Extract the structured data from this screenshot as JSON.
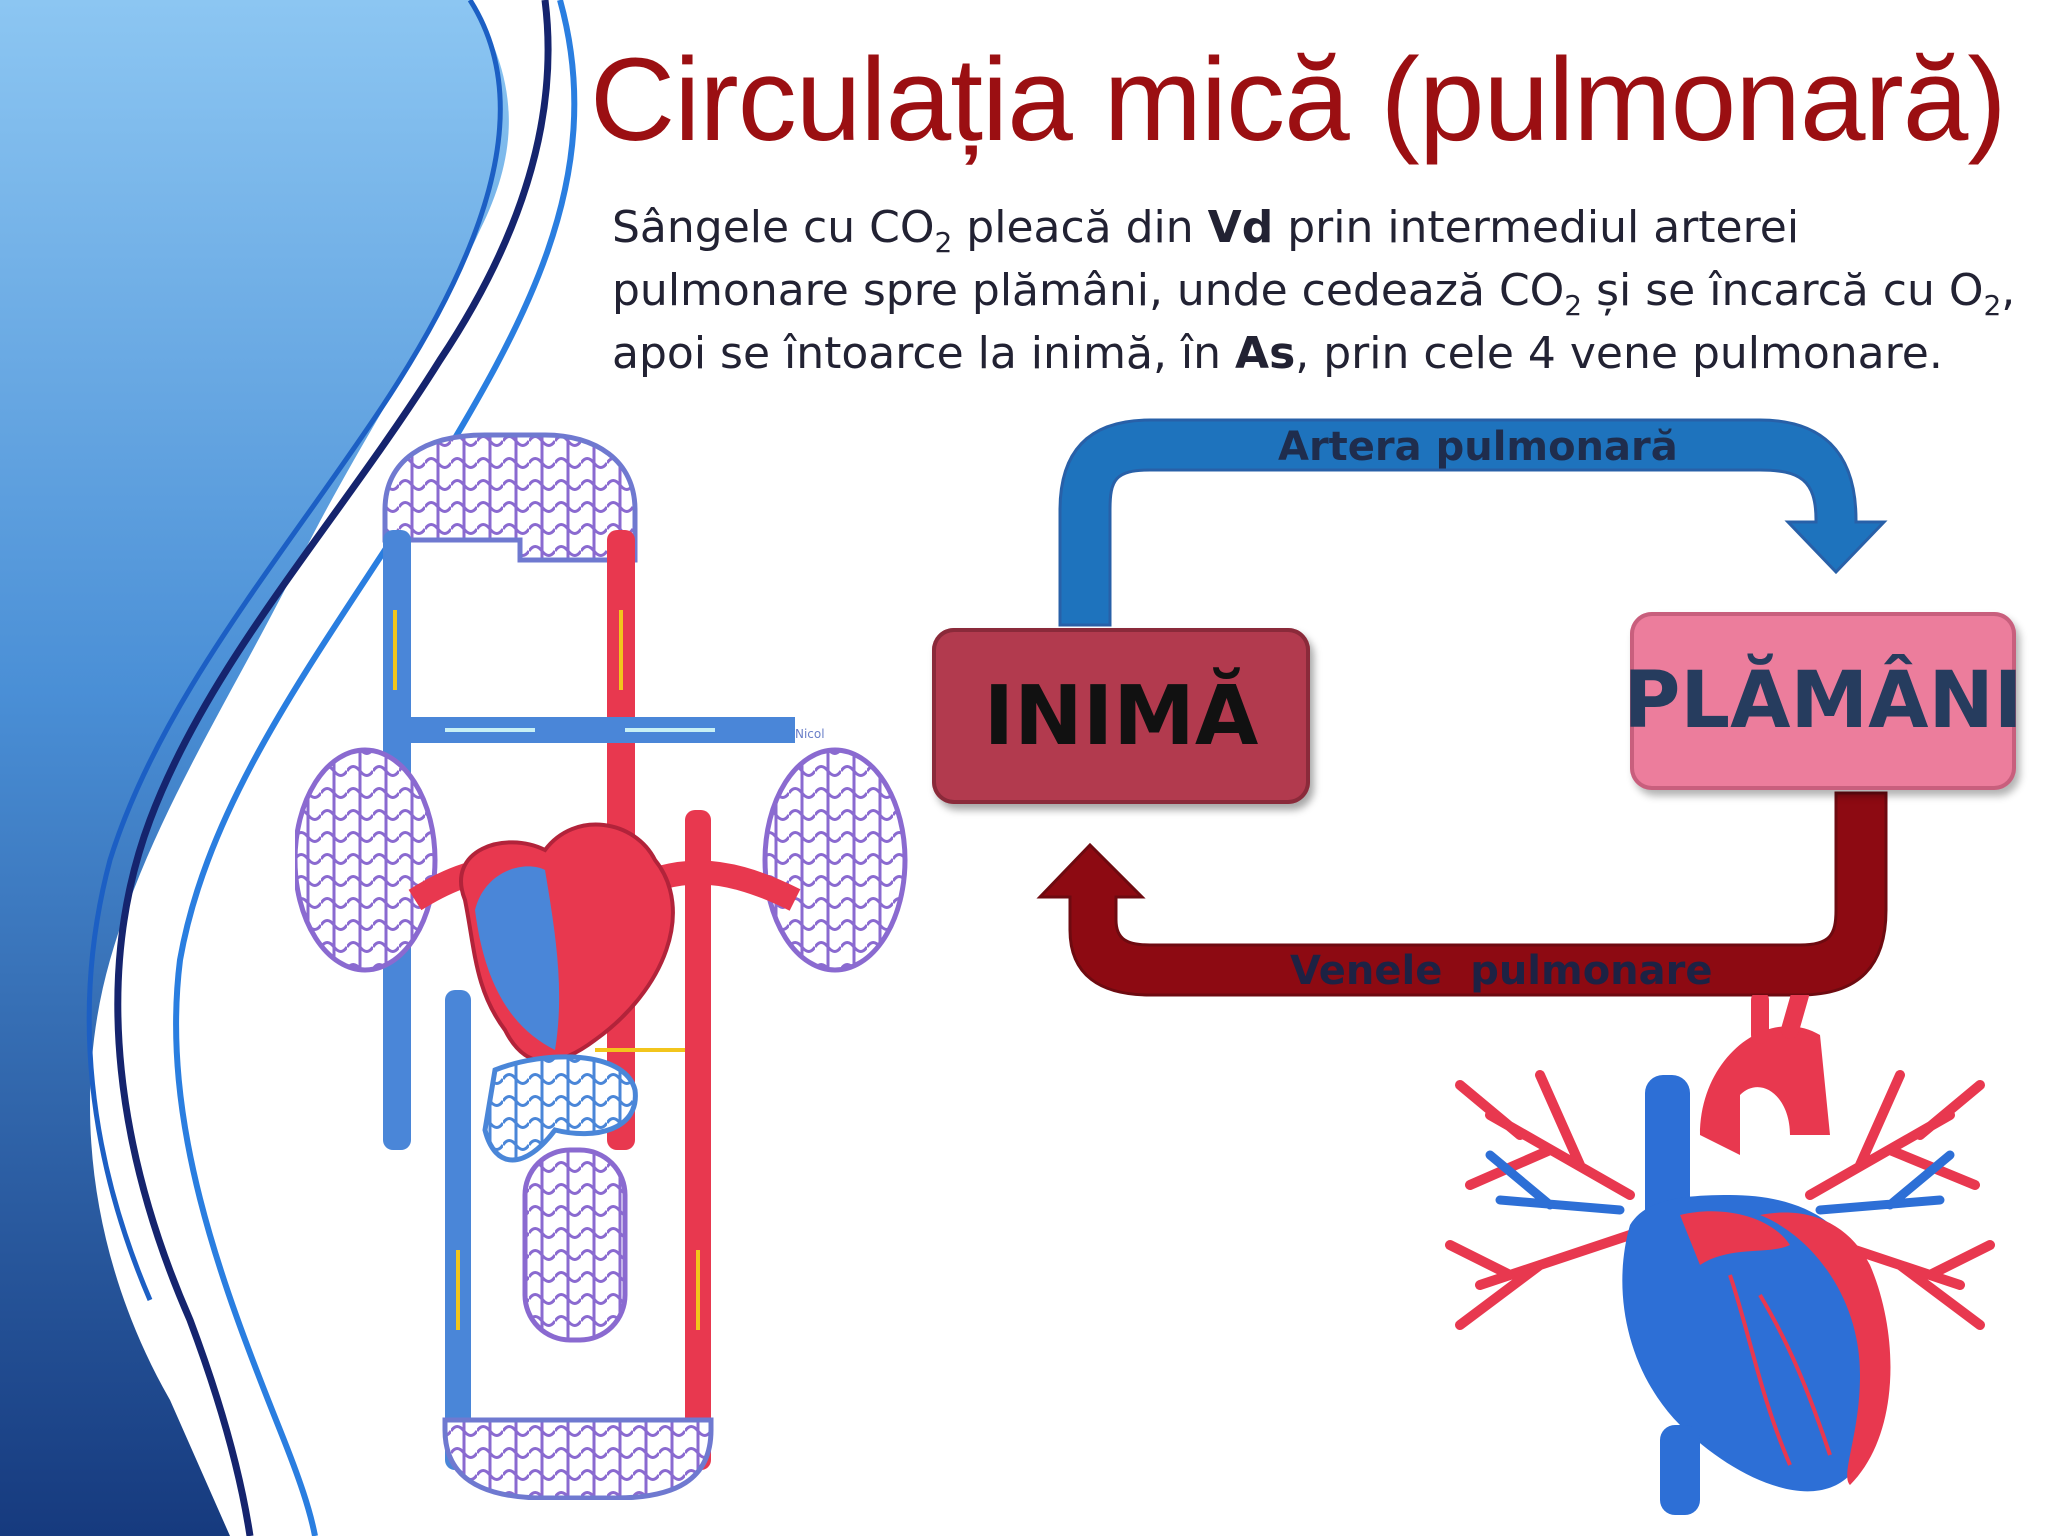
{
  "slide": {
    "title": "Circulația mică (pulmonară)",
    "paragraph": {
      "p1": "Sângele cu CO",
      "sub1": "2",
      "p2": " pleacă din ",
      "b1": "Vd",
      "p3": " prin intermediul arterei pulmonare spre plămâni, unde cedează CO",
      "sub2": "2",
      "p4": "  și se încarcă cu O",
      "sub3": "2",
      "p5": ", apoi se întoarce la inimă, în ",
      "b2": "As",
      "p6": ", prin cele 4 vene pulmonare."
    }
  },
  "diagram": {
    "heart_box": "INIMĂ",
    "lungs_box": "PLĂMÂNI",
    "artery_label": "Artera pulmonară",
    "veins_label": "Venele  pulmonare",
    "colors": {
      "artery_arrow": "#1e73bd",
      "vein_arrow": "#8d0a12",
      "heart_box": "#b23a4e",
      "lungs_box": "#ec7d9c"
    }
  },
  "illustrations": {
    "circulation_diagram_signature": "Nicol",
    "colors": {
      "venous": "#4a86d8",
      "arterial": "#e8384f",
      "flow_arrows": "#f2c51c"
    }
  },
  "decoration": {
    "left_panel_colors": [
      "#7fb8ec",
      "#1a3f82"
    ]
  }
}
